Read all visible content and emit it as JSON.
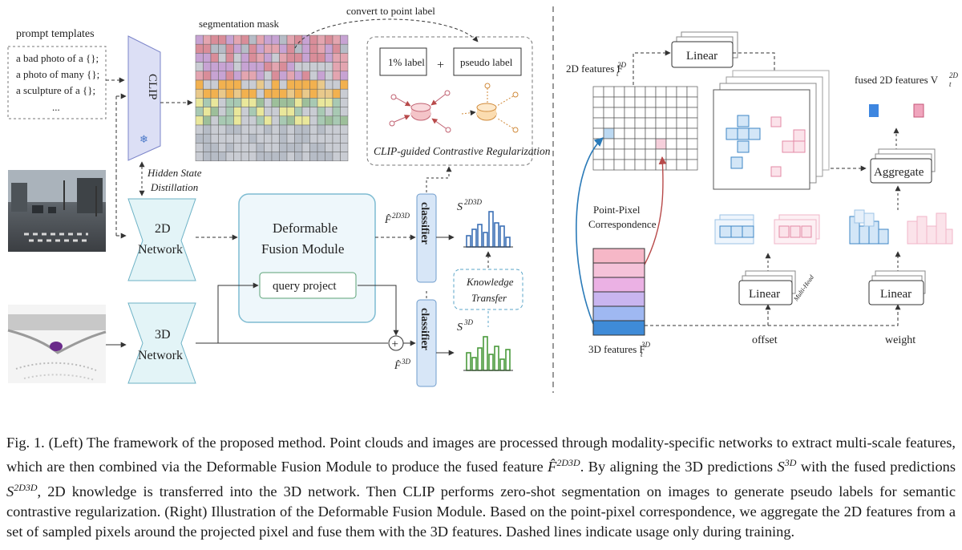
{
  "left": {
    "prompt_templates": {
      "title": "prompt templates",
      "lines": [
        "a bad photo of a {};",
        "a photo of many {};",
        "a sculpture of a {};",
        "..."
      ]
    },
    "clip_label": "CLIP",
    "segmentation_mask_label": "segmentation mask",
    "convert_label": "convert to point label",
    "label_1pct": "1% label",
    "plus": "+",
    "pseudo_label": "pseudo label",
    "clip_reg_label": "CLIP-guided Contrastive Regularization",
    "hidden_state": [
      "Hidden State",
      "Distillation"
    ],
    "network_2d": [
      "2D",
      "Network"
    ],
    "network_3d": [
      "3D",
      "Network"
    ],
    "dfm": [
      "Deformable",
      "Fusion Module"
    ],
    "query_project": "query project",
    "f2d3d": "F̂",
    "f2d3d_sup": "2D3D",
    "f3d": "F̂",
    "f3d_sup": "3D",
    "classifier": "classifier",
    "s2d3d": "S",
    "s2d3d_sup": "2D3D",
    "s3d": "S",
    "s3d_sup": "3D",
    "knowledge_transfer": [
      "Knowledge",
      "Transfer"
    ],
    "plus_circle": "+"
  },
  "right": {
    "linear_top": "Linear",
    "features_2d": "2D features F",
    "features_2d_sub": "t",
    "features_2d_sup": "2D",
    "fused_2d": "fused 2D features V",
    "fused_2d_sub": "t",
    "fused_2d_sup": "2D",
    "aggregate": "Aggregate",
    "point_pixel": [
      "Point-Pixel",
      "Correspondence"
    ],
    "linear_offset": "Linear",
    "linear_weight": "Linear",
    "multi_head": "Multi-Head",
    "offset": "offset",
    "weight": "weight",
    "features_3d": "3D features F",
    "features_3d_sub": "t",
    "features_3d_sup": "3D"
  },
  "caption": {
    "p1": "Fig. 1.  (Left) The framework of the proposed method. Point clouds and images are processed through modality-specific networks to extract multi-scale features, which are then combined via the Deformable Fusion Module to produce the fused feature ",
    "f_hat": "F̂",
    "f_hat_sup": "2D3D",
    "p2": ". By aligning the 3D predictions ",
    "s3d": "S",
    "s3d_sup": "3D",
    "p3": " with the fused predictions ",
    "s2d3d": "S",
    "s2d3d_sup": "2D3D",
    "p4": ", 2D knowledge is transferred into the 3D network. Then CLIP performs zero-shot segmentation on images to generate pseudo labels for semantic contrastive regularization. (Right) Illustration of the Deformable Fusion Module. Based on the point-pixel correspondence, we aggregate the 2D features from a set of sampled pixels around the projected pixel and fuse them with the 3D features. Dashed lines indicate usage only during training."
  },
  "colors": {
    "clip_fill": "#dcdff5",
    "network_fill": "#e3f4f7",
    "dfm_stroke": "#7fbcd2",
    "classifier_fill": "#d7e6f7",
    "chart_blue": "#3b6fb6",
    "chart_green": "#4a9a3c",
    "blue_highlight": "#bcd9f2",
    "pink_highlight": "#f6cfdb"
  }
}
